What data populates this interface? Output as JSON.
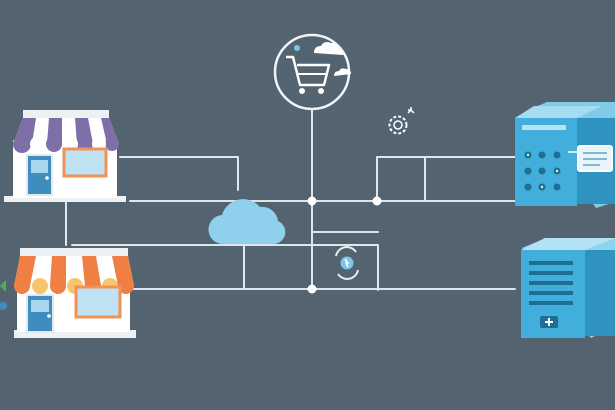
{
  "diagram": {
    "type": "network-infographic",
    "nodes": [
      {
        "id": "store-purple",
        "icon": "storefront-purple-awning-icon"
      },
      {
        "id": "store-orange",
        "icon": "storefront-orange-awning-icon"
      },
      {
        "id": "shopping-cart",
        "icon": "shopping-cart-circle-icon"
      },
      {
        "id": "cloud",
        "icon": "cloud-icon"
      },
      {
        "id": "server-top",
        "icon": "server-dashboard-icon"
      },
      {
        "id": "server-bottom",
        "icon": "server-rack-icon"
      },
      {
        "id": "gear",
        "icon": "gear-icon"
      },
      {
        "id": "sync",
        "icon": "sync-icon"
      }
    ],
    "colors": {
      "background": "#536470",
      "line": "#dfe6ea",
      "cloud": "#8fd0ec",
      "server": "#41aedb",
      "server_light": "#8fd3ef",
      "awning_purple": "#7e6fa8",
      "awning_orange": "#f07f43",
      "door": "#3f8dbf"
    }
  }
}
